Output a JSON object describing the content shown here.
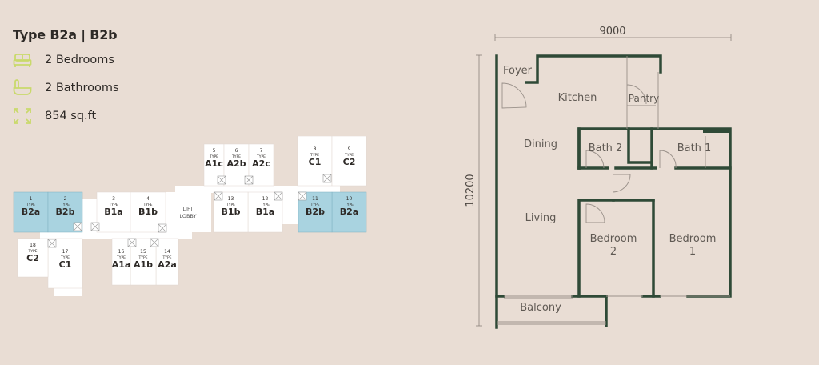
{
  "title": "Type B2a | B2b",
  "specs": [
    {
      "icon": "bed-icon",
      "label": "2 Bedrooms"
    },
    {
      "icon": "bathtub-icon",
      "label": "2 Bathrooms"
    },
    {
      "icon": "expand-arrows-icon",
      "label": "854 sq.ft"
    }
  ],
  "colors": {
    "background": "#e9ddd4",
    "accent": "#c9d96b",
    "highlight": "#a9d3e0",
    "wall": "#2f4a37"
  },
  "key_plan": {
    "type_label": "TYPE",
    "lift_lobby": [
      "LIFT",
      "LOBBY"
    ],
    "units": [
      {
        "no": "1",
        "type": "B2a",
        "highlighted": true
      },
      {
        "no": "2",
        "type": "B2b",
        "highlighted": true
      },
      {
        "no": "3",
        "type": "B1a",
        "highlighted": false
      },
      {
        "no": "4",
        "type": "B1b",
        "highlighted": false
      },
      {
        "no": "5",
        "type": "A1c",
        "highlighted": false
      },
      {
        "no": "6",
        "type": "A2b",
        "highlighted": false
      },
      {
        "no": "7",
        "type": "A2c",
        "highlighted": false
      },
      {
        "no": "8",
        "type": "C1",
        "highlighted": false
      },
      {
        "no": "9",
        "type": "C2",
        "highlighted": false
      },
      {
        "no": "10",
        "type": "B2a",
        "highlighted": true
      },
      {
        "no": "11",
        "type": "B2b",
        "highlighted": true
      },
      {
        "no": "12",
        "type": "B1a",
        "highlighted": false
      },
      {
        "no": "13",
        "type": "B1b",
        "highlighted": false
      },
      {
        "no": "14",
        "type": "A2a",
        "highlighted": false
      },
      {
        "no": "15",
        "type": "A1b",
        "highlighted": false
      },
      {
        "no": "16",
        "type": "A1a",
        "highlighted": false
      },
      {
        "no": "17",
        "type": "C1",
        "highlighted": false
      },
      {
        "no": "18",
        "type": "C2",
        "highlighted": false
      }
    ]
  },
  "floor_plan": {
    "width_dim": "9000",
    "depth_dim": "10200",
    "rooms": {
      "foyer": "Foyer",
      "kitchen": "Kitchen",
      "pantry": "Pantry",
      "dining": "Dining",
      "bath2": "Bath 2",
      "bath1": "Bath 1",
      "living": "Living",
      "bedroom2": [
        "Bedroom",
        "2"
      ],
      "bedroom1": [
        "Bedroom",
        "1"
      ],
      "balcony": "Balcony"
    }
  }
}
